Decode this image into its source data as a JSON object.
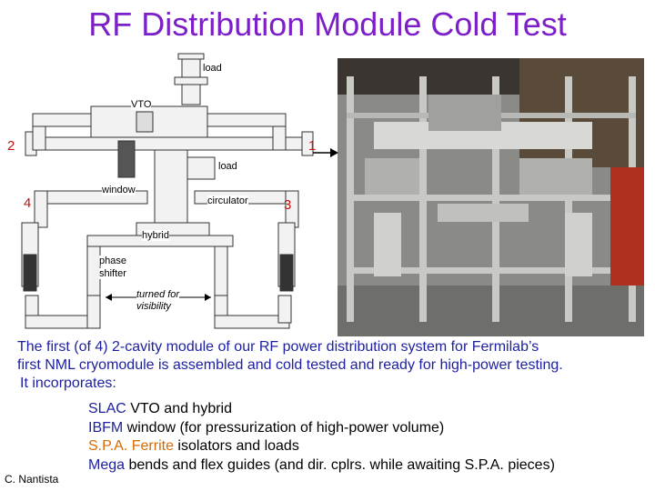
{
  "slide": {
    "title": "RF Distribution Module Cold Test"
  },
  "diagram": {
    "labels": {
      "load_top": "load",
      "vto": "VTO",
      "load_right": "load",
      "window": "window",
      "circulator": "circulator",
      "hybrid": "hybrid",
      "phase_shifter_line1": "phase",
      "phase_shifter_line2": "shifter",
      "turned_line1": "turned for",
      "turned_line2": "visibility"
    },
    "ports": {
      "p1": "1",
      "p2": "2",
      "p3": "3",
      "p4": "4"
    }
  },
  "caption": {
    "line1": "The first (of 4) 2-cavity module of our RF power distribution system  for Fermilab’s",
    "line2": "first NML cryomodule is assembled and cold tested and ready for high-power testing.",
    "line3": "It incorporates:"
  },
  "items": [
    {
      "highlight": "SLAC",
      "text": " VTO and hybrid"
    },
    {
      "highlight": "IBFM",
      "text": " window (for pressurization of high-power volume)"
    },
    {
      "highlight": "S.P.A. Ferrite",
      "text": " isolators and loads"
    },
    {
      "highlight": "Mega",
      "text": " bends and flex guides (and dir. cplrs. while awaiting S.P.A. pieces)"
    }
  ],
  "author": "C. Nantista",
  "colors": {
    "title": "#7d1fc8",
    "caption": "#1c1fa0",
    "ports": "#c0140f",
    "highlight_orange": "#d86a00"
  }
}
